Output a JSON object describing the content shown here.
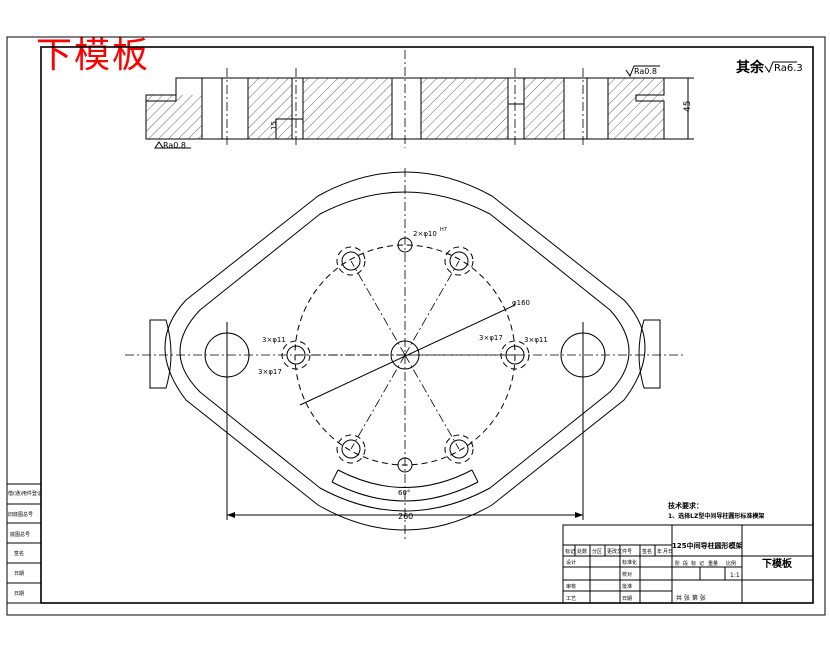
{
  "title_stamp": "下模板",
  "roughness": {
    "remaining_label": "其余",
    "remaining_value": "Ra6.3",
    "top_right": "Ra0.8",
    "bottom_left": "Ra0.8"
  },
  "section_dims": {
    "height": "45",
    "step": "15"
  },
  "plan_labels": {
    "top_hole": "2×φ10",
    "top_hole_sup": "H7",
    "circle_dia": "φ160",
    "left_small": "3×φ11",
    "left_large": "3×φ17",
    "right_large": "3×φ17",
    "right_small": "3×φ11",
    "angle": "60°",
    "width": "260"
  },
  "tech_req": {
    "heading": "技术要求：",
    "item1": "1、选择LZ型中间导柱圆形标准模架"
  },
  "title_block": {
    "part_name": "下模板",
    "drawing_title": "125中间导柱圆形模架",
    "row_header": [
      "标记",
      "处数",
      "分区",
      "更改文件号",
      "签名",
      "年",
      "月",
      "日"
    ],
    "r_design": "设计",
    "r_standard": "标准化",
    "r_check": "审核",
    "r_craft": "工艺",
    "r_proof": "校对",
    "r_approve": "批准",
    "r_date": "日期",
    "stage_header": [
      "阶",
      "段",
      "标",
      "记",
      "重量",
      "比例"
    ],
    "scale": "1:1",
    "sheets": "共 张  第 张"
  },
  "side_block": [
    "借(通)用件登记",
    "旧底图总号",
    "底图总号",
    "签名",
    "日期",
    "日期"
  ]
}
